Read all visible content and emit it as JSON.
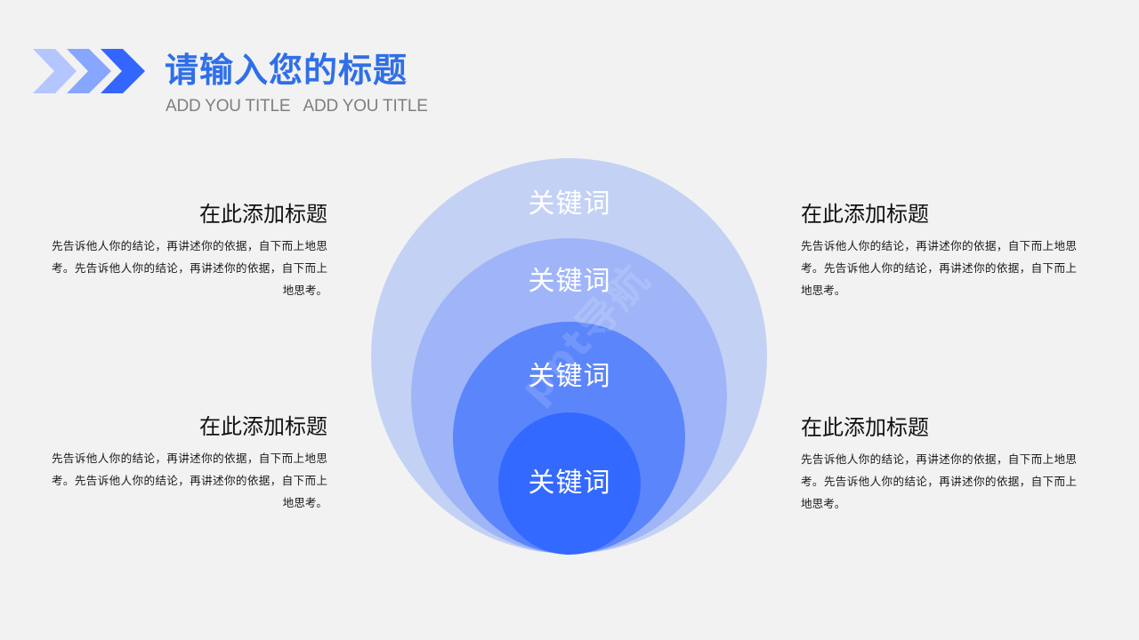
{
  "header": {
    "title": "请输入您的标题",
    "subtitle": "ADD YOU TITLE   ADD YOU TITLE",
    "title_color": "#2f6fe8",
    "chevron_colors": [
      "#b3c6ff",
      "#87a6ff",
      "#3366ff"
    ]
  },
  "blocks": [
    {
      "position": "top-left",
      "heading": "在此添加标题",
      "body": "先告诉他人你的结论，再讲述你的依据，自下而上地思考。先告诉他人你的结论，再讲述你的依据，自下而上地思考。"
    },
    {
      "position": "bottom-left",
      "heading": "在此添加标题",
      "body": "先告诉他人你的结论，再讲述你的依据，自下而上地思考。先告诉他人你的结论，再讲述你的依据，自下而上地思考。"
    },
    {
      "position": "top-right",
      "heading": "在此添加标题",
      "body": "先告诉他人你的结论，再讲述你的依据，自下而上地思考。先告诉他人你的结论，再讲述你的依据，自下而上地思考。"
    },
    {
      "position": "bottom-right",
      "heading": "在此添加标题",
      "body": "先告诉他人你的结论，再讲述你的依据，自下而上地思考。先告诉他人你的结论，再讲述你的依据，自下而上地思考。"
    }
  ],
  "diagram": {
    "type": "nested-circles",
    "levels": [
      {
        "label": "关键词",
        "color": "#c3d1f5"
      },
      {
        "label": "关键词",
        "color": "#9fb5f8"
      },
      {
        "label": "关键词",
        "color": "#5b85fb"
      },
      {
        "label": "关键词",
        "color": "#3369ff"
      }
    ]
  },
  "watermark": "ppt导航"
}
